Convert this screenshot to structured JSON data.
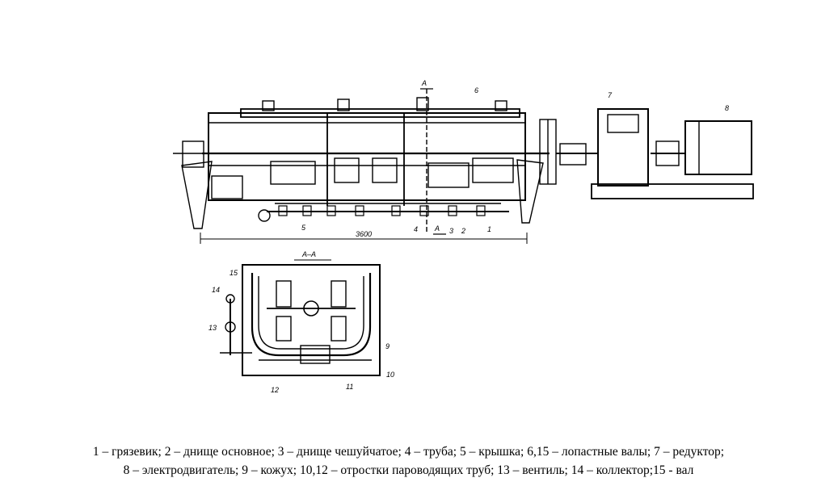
{
  "drawing": {
    "section_label": "А–А",
    "section_marker": "А",
    "dimension": "3600",
    "top_labels": [
      "1",
      "2",
      "3",
      "4",
      "5",
      "6",
      "7",
      "8"
    ],
    "section_labels": [
      "9",
      "10",
      "11",
      "12",
      "13",
      "14",
      "15"
    ]
  },
  "caption": {
    "line1": "1 – грязевик; 2 – днище основное; 3 – днище чешуйчатое; 4 – труба; 5 – крышка; 6,15 – лопастные валы; 7 – редуктор;",
    "line2": "8 – электродвигатель; 9 – кожух; 10,12 – отростки пароводящих труб; 13 – вентиль; 14 – коллектор;15 - вал"
  }
}
